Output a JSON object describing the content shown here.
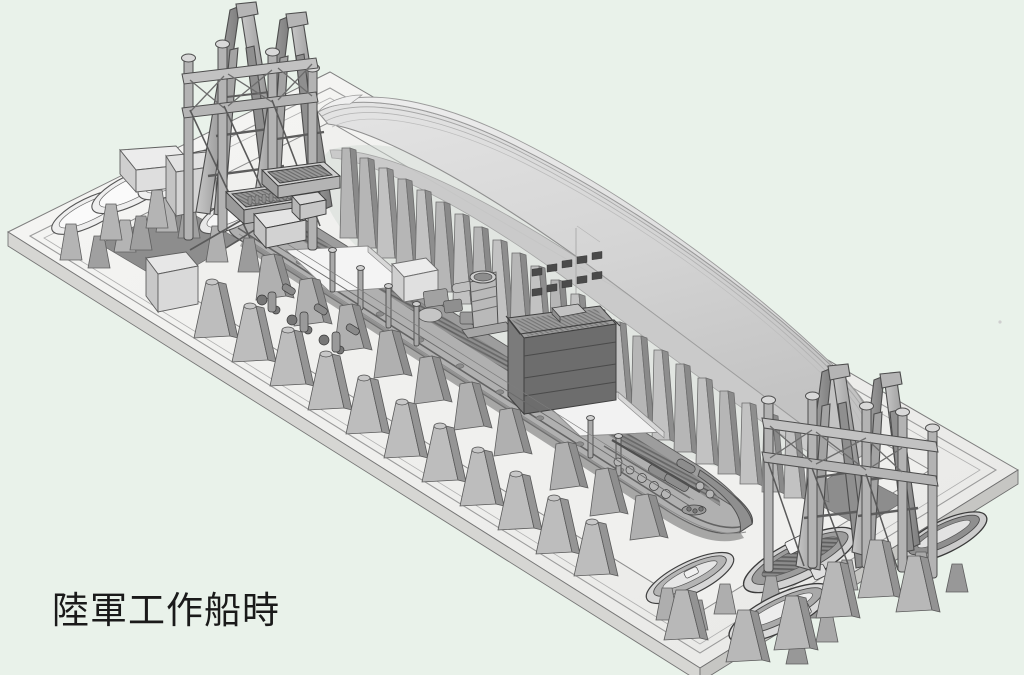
{
  "meta": {
    "title": "陸軍工作船時",
    "subject": "3D isometric CAD rendering of an army workshop ship in a dry dock / slipway with gantry cranes, hull shoring struts and small boats",
    "view": "isometric",
    "style": "monochrome shaded line render"
  },
  "caption": {
    "text": "陸軍工作船時",
    "color": "#1a1a1a"
  },
  "colors": {
    "background": "#e9f2ea",
    "dock_top": "#f4f4f2",
    "dock_top_alt": "#ececea",
    "dock_side": "#d9d9d6",
    "dock_edge_dark": "#bdbdba",
    "hull_light": "#dedede",
    "hull_mid": "#cfcfcf",
    "hull_shadow": "#c4c4c4",
    "hull_deck": "#b9b9b9",
    "strut_light": "#e2e2e2",
    "strut_mid": "#a9a9a9",
    "strut_dark": "#8d8d8d",
    "metal_dark": "#6f6f6f",
    "metal_mid": "#9a9a9a",
    "metal_light": "#d2d2d2",
    "grating": "#7d7d7d",
    "outline": "#3c3c3c",
    "outline_soft": "#6b6b6b",
    "shadow": "#cdd6cf"
  },
  "scene": {
    "dock": {
      "name": "dry-dock-platform",
      "label": "Dry dock platform base"
    },
    "hull": {
      "name": "ship-hull",
      "label": "Large ship hull under repair"
    },
    "workship": {
      "name": "work-ship",
      "label": "Army work ship (工作船)"
    },
    "cranes": [
      {
        "label": "Gantry crane A (bow side)"
      },
      {
        "label": "Gantry crane B (bow side)"
      },
      {
        "label": "Sheer-leg crane C (stern side)"
      },
      {
        "label": "Sheer-leg crane D (stern side)"
      },
      {
        "label": "Derrick mast E (stern side)"
      }
    ],
    "boats": [
      {
        "label": "Launch 1 (aft port)"
      },
      {
        "label": "Launch 2 (aft centre)"
      },
      {
        "label": "Launch 3 (aft inner)"
      },
      {
        "label": "Launch 4 (aft starboard)"
      },
      {
        "label": "Boat 5 (fore port)"
      },
      {
        "label": "Boat 6 (fore port)"
      },
      {
        "label": "Boat 7 (fore port)"
      }
    ],
    "deck_features": [
      {
        "label": "Funnel / smokestack"
      },
      {
        "label": "Deckhouse bridge block"
      },
      {
        "label": "White cargo hatch covers"
      },
      {
        "label": "Machinery plant"
      },
      {
        "label": "Deck grating walkway"
      }
    ],
    "shoring": {
      "label": "Hull shoring struts row",
      "count_visible": 46
    }
  }
}
